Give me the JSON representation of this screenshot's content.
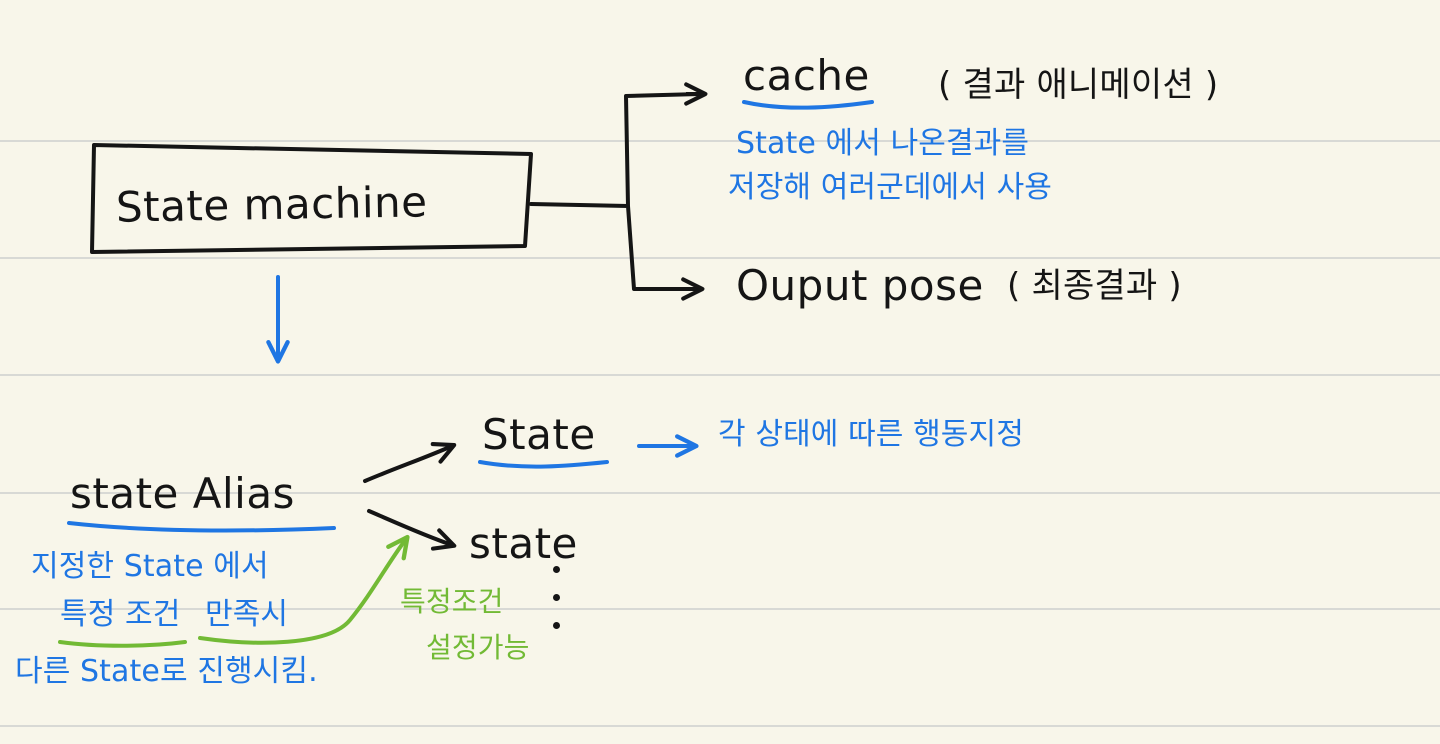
{
  "diagram": {
    "state_machine": "State machine",
    "cache": {
      "label": "cache",
      "meaning": "( 결과 애니메이션 )",
      "description_line_1": "State 에서 나온결과를",
      "description_line_2": "저장해 여러군데에서 사용"
    },
    "output_pose": {
      "label": "Ouput pose",
      "meaning": "( 최종결과 )"
    },
    "state_alias": {
      "label": "state Alias",
      "description_line_1": "지정한 State 에서",
      "description_line_2a": "특정 조건",
      "description_line_2b": "만족시",
      "description_line_3": "다른 State로 진행시킴."
    },
    "state_top": {
      "label": "State",
      "description": "각 상태에 따른 행동지정"
    },
    "state_bottom": {
      "label": "state"
    },
    "condition": {
      "line_1": "특정조건",
      "line_2": "설정가능"
    }
  },
  "colors": {
    "background": "#f8f6ea",
    "ink_black": "#151515",
    "ink_blue": "#1f76e3",
    "ink_green": "#72ba35",
    "rule_line": "#d8d9d5"
  }
}
